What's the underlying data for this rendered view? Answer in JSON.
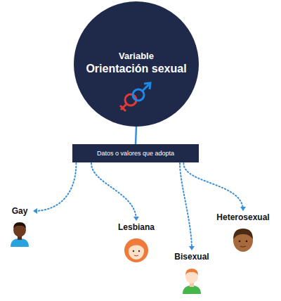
{
  "diagram": {
    "nodes": [
      {
        "text": [
          "Variable",
          "Orientación sexual"
        ]
      },
      {
        "text": [
          "Datos o valores que adopta"
        ]
      },
      {
        "text": [
          "Gay"
        ]
      },
      {
        "text": [
          "Lesbiana"
        ]
      },
      {
        "text": [
          "Bisexual"
        ]
      },
      {
        "text": [
          "Heterosexual"
        ]
      }
    ],
    "edges": [
      {
        "from": 0,
        "to": 1,
        "arrow": "none"
      },
      {
        "from": 1,
        "to": 2,
        "arrow": "to"
      },
      {
        "from": 1,
        "to": 3,
        "arrow": "to"
      },
      {
        "from": 1,
        "to": 4,
        "arrow": "to"
      },
      {
        "from": 1,
        "to": 5,
        "arrow": "to"
      }
    ]
  }
}
